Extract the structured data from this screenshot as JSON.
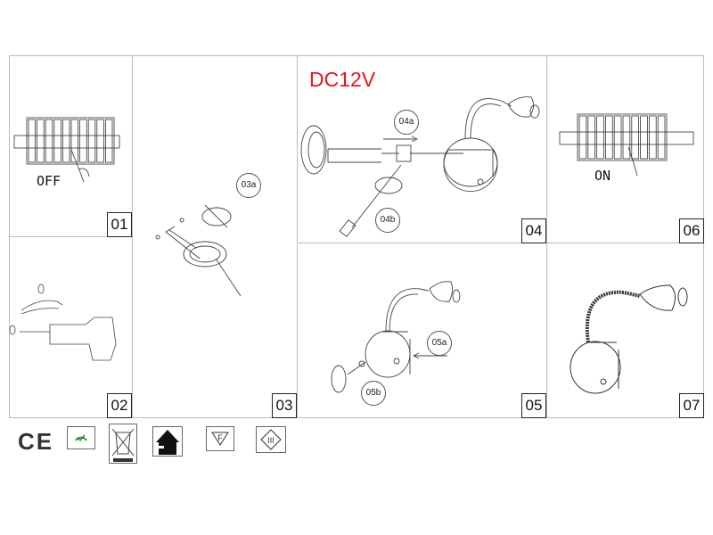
{
  "voltage_label": "DC12V",
  "colors": {
    "voltage": "#e8141c",
    "frame": "#bbbbbb"
  },
  "steps": [
    {
      "number": "01",
      "text": "OFF"
    },
    {
      "number": "02"
    },
    {
      "number": "03",
      "callouts": [
        "03a"
      ]
    },
    {
      "number": "04",
      "callouts": [
        "04a",
        "04b"
      ]
    },
    {
      "number": "05",
      "callouts": [
        "05a",
        "05b"
      ]
    },
    {
      "number": "06",
      "text": "ON"
    },
    {
      "number": "07"
    }
  ],
  "certification_symbols": [
    "ce-mark",
    "eco-quality-icon",
    "weee-crossed-bin-icon",
    "indoor-use-house-icon",
    "f-mark-icon",
    "class-iii-icon"
  ],
  "symbol_text": {
    "ce": "CE",
    "f": "F",
    "class3": "III"
  }
}
